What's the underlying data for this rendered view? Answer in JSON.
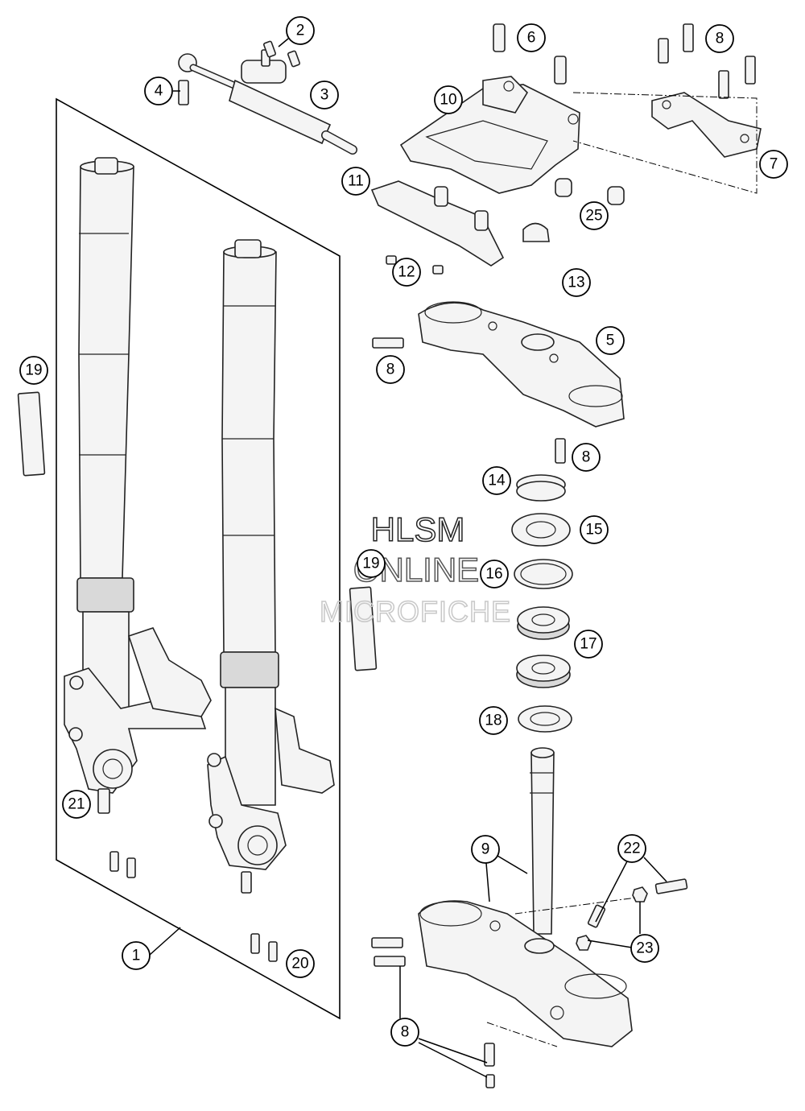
{
  "watermark": {
    "line1": "HLSM",
    "line2": "ONLINE",
    "line3": "MICROFICHE"
  },
  "callouts": {
    "c1": "1",
    "c2": "2",
    "c3": "3",
    "c4": "4",
    "c5": "5",
    "c6": "6",
    "c7": "7",
    "c8a": "8",
    "c8b": "8",
    "c8c": "8",
    "c8d": "8",
    "c9": "9",
    "c10": "10",
    "c11": "11",
    "c12": "12",
    "c13": "13",
    "c14": "14",
    "c15": "15",
    "c16": "16",
    "c17": "17",
    "c18": "18",
    "c19a": "19",
    "c19b": "19",
    "c20": "20",
    "c21": "21",
    "c22": "22",
    "c23": "23",
    "c25": "25"
  }
}
